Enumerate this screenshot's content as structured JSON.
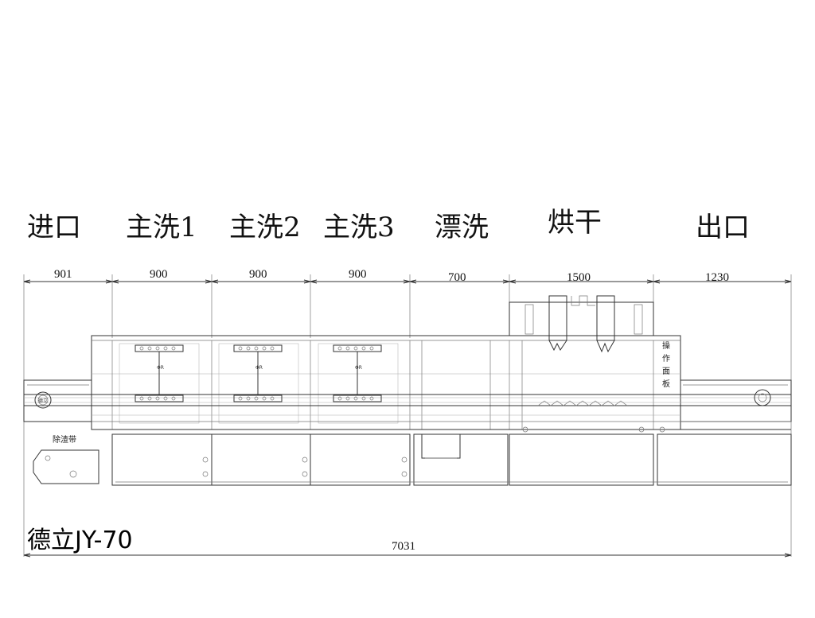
{
  "sections": [
    "进口",
    "主洗1",
    "主洗2",
    "主洗3",
    "漂洗",
    "烘干",
    "出口"
  ],
  "dimensions": [
    "901",
    "900",
    "900",
    "900",
    "700",
    "1500",
    "1230"
  ],
  "total_length": "7031",
  "model_label": "德立JY-70",
  "slag_belt_label": "除渣带",
  "control_panel_label": [
    "操",
    "作",
    "面",
    "板"
  ],
  "motor_label": "德立",
  "pump_label": "ΦR"
}
